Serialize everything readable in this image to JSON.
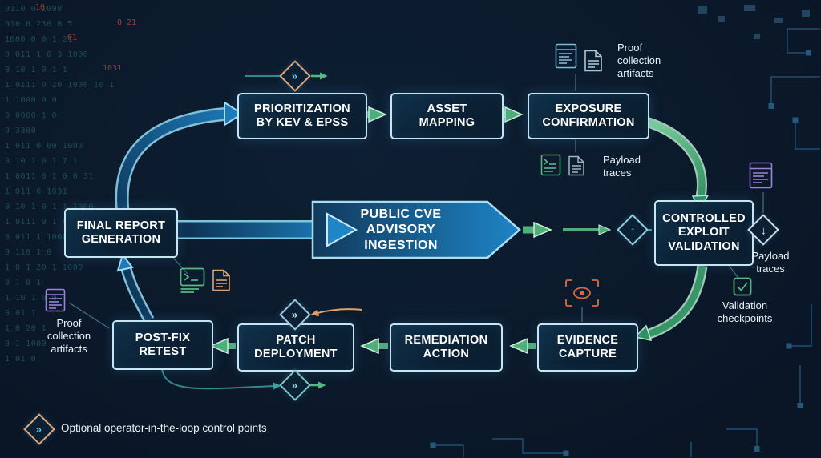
{
  "background": {
    "binary_text": "0110 0 1000\n010 0 230 0 5\n1000 0 0 1 21\n0 011 1 0 3 1000\n0 10 1 0 1 1\n1 0111 0 20 1000 10 1\n1 1000 0 0\n0 0000 1 0\n0 3300\n1 011 0 00 1000\n0 10 1 0 1 7 1\n1 0011 0 1 0 0 31\n1 011 0 1031\n0 10 1 0 1 1 1000\n1 0111 0 1 031\n0 011 1 1000\n0 110 1 0\n1 0 1 20 1 1000\n0 1 0 1\n1 10 1 0 0\n0 01 1\n1 0 20 1\n0 1 1000\n1 01 0",
    "red_digits": [
      "10",
      "0 21",
      "1031",
      "01"
    ]
  },
  "nodes": {
    "prioritization": "PRIORITIZATION\nBY KEV & EPSS",
    "asset_mapping": "ASSET\nMAPPING",
    "exposure_confirmation": "EXPOSURE\nCONFIRMATION",
    "final_report": "FINAL REPORT\nGENERATION",
    "cve_ingestion": "PUBLIC CVE\nADVISORY\nINGESTION",
    "exploit_validation": "CONTROLLED\nEXPLOIT\nVALIDATION",
    "evidence_capture": "EVIDENCE\nCAPTURE",
    "remediation_action": "REMEDIATION\nACTION",
    "patch_deployment": "PATCH\nDEPLOYMENT",
    "postfix_retest": "POST-FIX\nRETEST"
  },
  "annotations": {
    "proof_top": "Proof\ncollection\nartifacts",
    "payload_mid": "Payload\ntraces",
    "payload_right": "Payload\ntraces",
    "validation_checkpoints": "Validation\ncheckpoints",
    "proof_left": "Proof\ncollection\nartifacts"
  },
  "diamonds": {
    "top": "»",
    "pre_validation": "↑",
    "post_validation": "↓",
    "pre_patch": "»",
    "post_patch": "»",
    "legend": "»"
  },
  "legend": {
    "label": "Optional operator-in-the-loop control points"
  },
  "icons": {
    "proof_top": [
      "browser-window-icon",
      "document-icon"
    ],
    "payload_mid": [
      "terminal-document-icon",
      "document-icon"
    ],
    "payload_right": [
      "browser-window-icon"
    ],
    "validation": [
      "checkbox-check-icon"
    ],
    "proof_left": [
      "document-icon"
    ],
    "final_report": [
      "terminal-icon",
      "document-icon"
    ],
    "evidence": [
      "capture-eye-icon"
    ]
  },
  "colors": {
    "background": "#0b1624",
    "box_fill": "#0d2739",
    "box_border": "#c8e6f2",
    "arrow_green": "#4fae7a",
    "arrow_blue": "#1e85c6",
    "accent_teal": "#3aa6a0",
    "accent_orange": "#e0a070",
    "accent_purple": "#9b82d8",
    "text": "#ffffff"
  }
}
